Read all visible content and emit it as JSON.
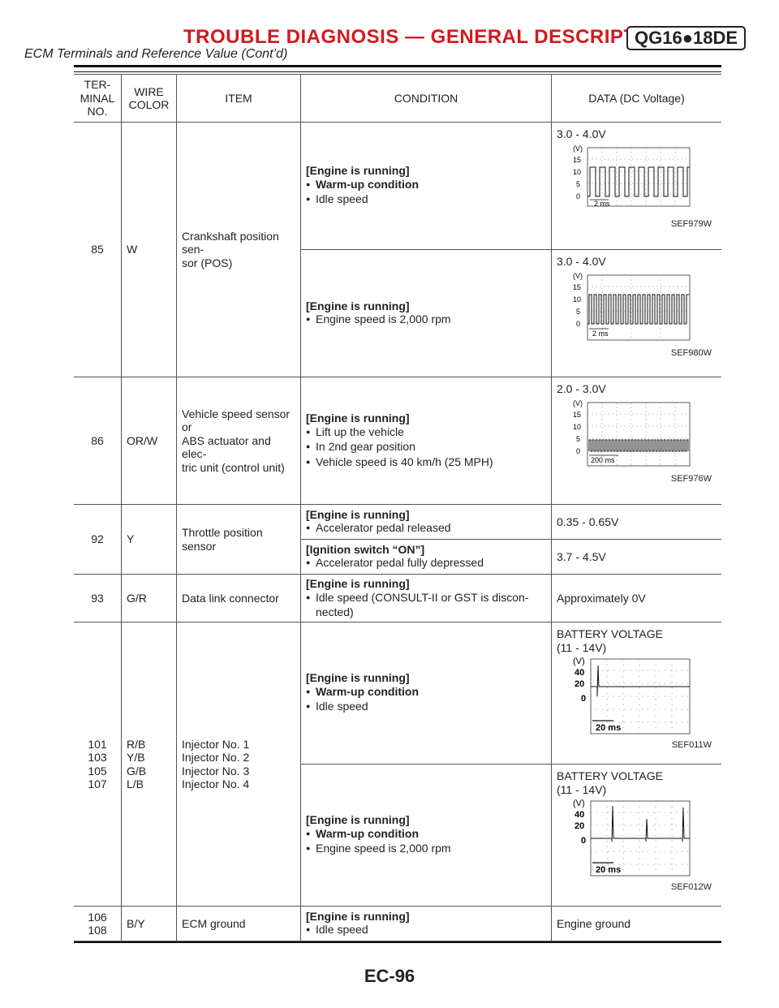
{
  "header": {
    "title": "TROUBLE DIAGNOSIS — GENERAL DESCRIPTION",
    "model": "QG16●18DE",
    "subtitle": "ECM Terminals and Reference Value (Cont’d)"
  },
  "table_header": {
    "terminal": "TER-\nMINAL\nNO.",
    "wire": "WIRE\nCOLOR",
    "item": "ITEM",
    "condition": "CONDITION",
    "data": "DATA (DC Voltage)"
  },
  "rows": {
    "r85": {
      "terminal": "85",
      "wire": "W",
      "item": "Crankshaft position sen-\nsor (POS)",
      "c1_title": "[Engine is running]",
      "c1_b1": "Warm-up condition",
      "c1_b2": "Idle speed",
      "d1": "3.0 - 4.0V",
      "d1_ref": "SEF979W",
      "c2_title": "[Engine is running]",
      "c2_b1": "Engine speed is 2,000 rpm",
      "d2": "3.0 - 4.0V",
      "d2_ref": "SEF980W"
    },
    "r86": {
      "terminal": "86",
      "wire": "OR/W",
      "item": "Vehicle speed sensor or\nABS actuator and elec-\ntric unit (control unit)",
      "c_title": "[Engine is running]",
      "c_b1": "Lift up the vehicle",
      "c_b2": "In 2nd gear position",
      "c_b3": "Vehicle speed is 40 km/h (25 MPH)",
      "d": "2.0 - 3.0V",
      "d_ref": "SEF976W"
    },
    "r92": {
      "terminal": "92",
      "wire": "Y",
      "item": "Throttle position sensor",
      "c1_title": "[Engine is running]",
      "c1_b1": "Accelerator pedal released",
      "d1": "0.35 - 0.65V",
      "c2_title": "[Ignition switch “ON”]",
      "c2_b1": "Accelerator pedal fully depressed",
      "d2": "3.7 - 4.5V"
    },
    "r93": {
      "terminal": "93",
      "wire": "G/R",
      "item": "Data link connector",
      "c_title": "[Engine is running]",
      "c_b1": "Idle speed (CONSULT-II or GST is discon-\nnected)",
      "d": "Approximately 0V"
    },
    "r101": {
      "terminal": "101\n103\n105\n107",
      "wire": "R/B\nY/B\nG/B\nL/B",
      "item": "Injector No. 1\nInjector No. 2\nInjector No. 3\nInjector No. 4",
      "c1_title": "[Engine is running]",
      "c1_b1": "Warm-up condition",
      "c1_b2": "Idle speed",
      "d1": "BATTERY VOLTAGE\n(11 - 14V)",
      "d1_ref": "SEF011W",
      "c2_title": "[Engine is running]",
      "c2_b1": "Warm-up condition",
      "c2_b2": "Engine speed is 2,000 rpm",
      "d2": "BATTERY VOLTAGE\n(11 - 14V)",
      "d2_ref": "SEF012W"
    },
    "r106": {
      "terminal": "106\n108",
      "wire": "B/Y",
      "item": "ECM ground",
      "c_title": "[Engine is running]",
      "c_b1": "Idle speed",
      "d": "Engine ground"
    }
  },
  "scopes": {
    "unit": "(V)",
    "y_small": [
      "15",
      "10",
      "5",
      "0"
    ],
    "y_large": [
      "40",
      "20",
      "0"
    ],
    "t_2ms": "2 ms",
    "t_200ms": "200 ms",
    "t_20ms": "20 ms"
  },
  "footer": {
    "page": "EC-96"
  }
}
